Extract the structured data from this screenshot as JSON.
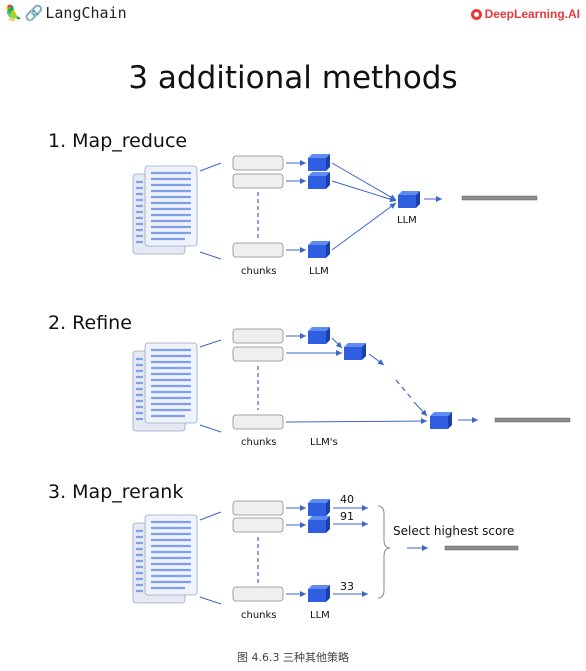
{
  "header": {
    "left_brand": "LangChain",
    "left_brand_icons": [
      "parrot-icon",
      "chain-link-icon"
    ],
    "right_brand": "DeepLearning.AI",
    "right_brand_color": "#e8393a"
  },
  "title": "3 additional methods",
  "sections": [
    {
      "title": "1. Map_reduce",
      "labels": {
        "chunks": "chunks",
        "llm": "LLM",
        "final_llm": "LLM"
      }
    },
    {
      "title": "2. Refine",
      "labels": {
        "chunks": "chunks",
        "llm": "LLM's"
      }
    },
    {
      "title": "3. Map_rerank",
      "labels": {
        "chunks": "chunks",
        "llm": "LLM"
      },
      "scores": [
        "40",
        "91",
        "33"
      ],
      "select_label": "Select highest score"
    }
  ],
  "caption": "图 4.6.3 三种其他策略",
  "colors": {
    "cube": "#2f5fe0",
    "arrow": "#3a66c8",
    "chunk_fill": "#efefef",
    "doc_lines": "#7fa0e6",
    "result_bar": "#8c8c8c"
  }
}
